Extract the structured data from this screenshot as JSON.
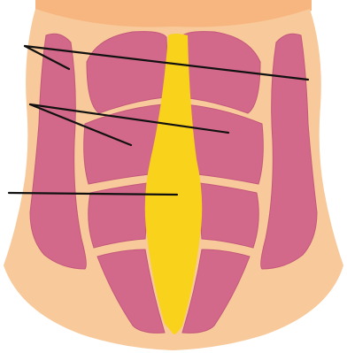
{
  "diagram": {
    "subject": "abdominal-muscles-diastasis-recti",
    "colors": {
      "skin": "#F8C99A",
      "skin_shadow": "#F4BA88",
      "chest": "#F7B67F",
      "muscle": "#D2698A",
      "muscle_edge": "#C4587C",
      "linea_alba": "#F9D21B",
      "leader_line": "#111111",
      "background": "#FFFFFF"
    },
    "labels": [
      {
        "id": "external-oblique",
        "text": ""
      },
      {
        "id": "rectus-abdominis",
        "text": ""
      },
      {
        "id": "linea-alba",
        "text": ""
      }
    ]
  }
}
